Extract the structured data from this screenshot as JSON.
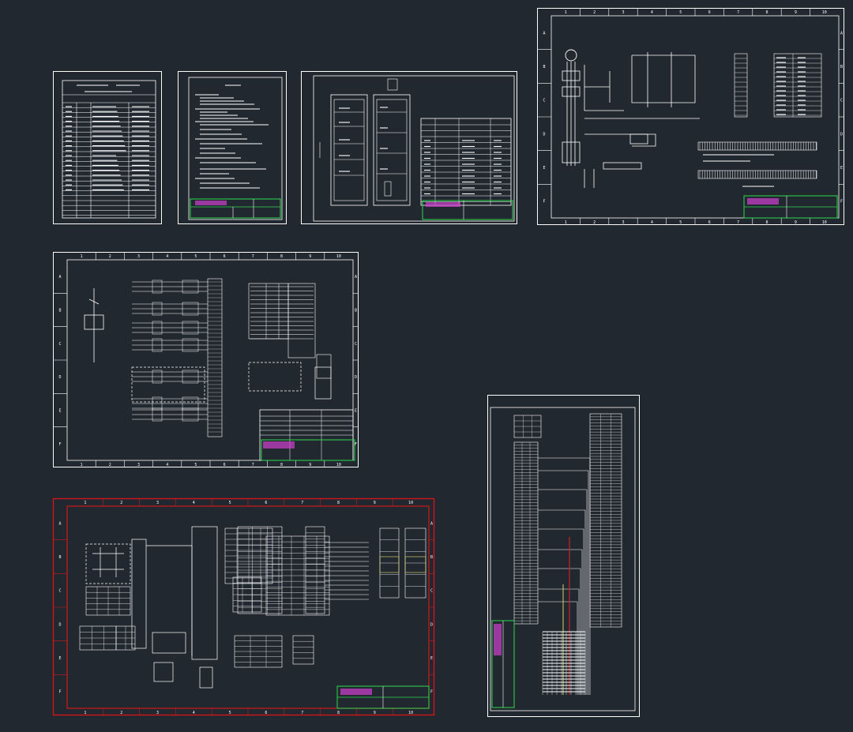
{
  "canvas": {
    "background": "#212830"
  },
  "colors": {
    "line": "#ffffff",
    "titleblock_green": "#2dd84a",
    "titleblock_magenta": "#d040d0",
    "selection_red": "#d01818",
    "wire_red": "#e02020",
    "wire_yellow": "#e8e070"
  },
  "sheets": {
    "row_labels": [
      "A",
      "B",
      "C",
      "D",
      "E",
      "F"
    ],
    "col_labels": [
      "1",
      "2",
      "3",
      "4",
      "5",
      "6",
      "7",
      "8",
      "9",
      "10"
    ],
    "list": [
      {
        "id": "sheet-1",
        "kind": "equipment-list",
        "selected": false,
        "zones": false
      },
      {
        "id": "sheet-2",
        "kind": "design-notes",
        "selected": false,
        "zones": false
      },
      {
        "id": "sheet-3",
        "kind": "cabinet-layout",
        "selected": false,
        "zones": false
      },
      {
        "id": "sheet-4",
        "kind": "motor-control-schematic",
        "selected": false,
        "zones": true
      },
      {
        "id": "sheet-5",
        "kind": "power-distribution-schematic",
        "selected": false,
        "zones": true
      },
      {
        "id": "sheet-6",
        "kind": "plc-io-wiring",
        "selected": true,
        "zones": true
      },
      {
        "id": "sheet-7",
        "kind": "terminal-wiring-table",
        "selected": false,
        "zones": false
      }
    ]
  }
}
